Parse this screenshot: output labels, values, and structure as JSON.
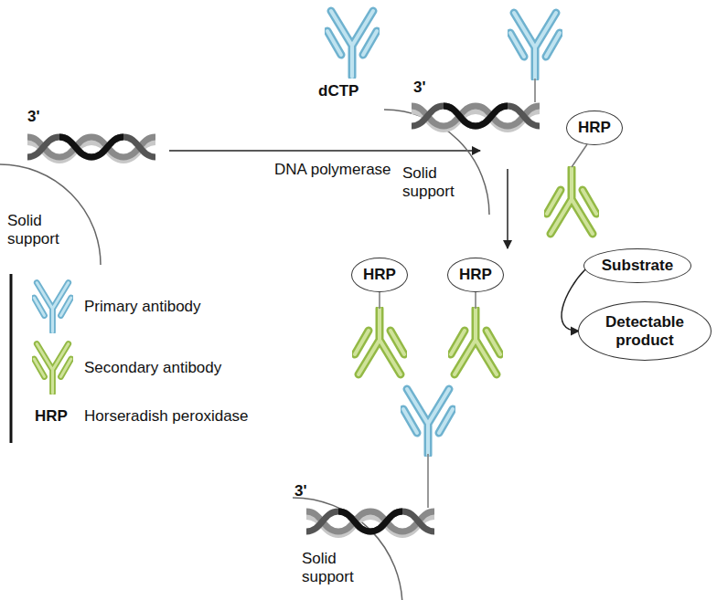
{
  "diagram": {
    "nodes": [
      {
        "text": [
          "HRP"
        ]
      },
      {
        "text": [
          "HRP"
        ]
      },
      {
        "text": [
          "HRP"
        ]
      },
      {
        "text": [
          "Substrate"
        ]
      },
      {
        "text": [
          "Detectable product"
        ]
      }
    ],
    "edges": [
      {
        "from": 3,
        "to": 4,
        "arrow": "to"
      }
    ],
    "labels": [
      "3'",
      "dCTP",
      "DNA polymerase",
      "Solid support",
      "3'",
      "Solid support",
      "3'",
      "Solid support",
      "HRP"
    ],
    "legend": [
      {
        "text": "Primary antibody"
      },
      {
        "text": "Secondary antibody"
      },
      {
        "text": "Horseradish peroxidase"
      }
    ]
  }
}
